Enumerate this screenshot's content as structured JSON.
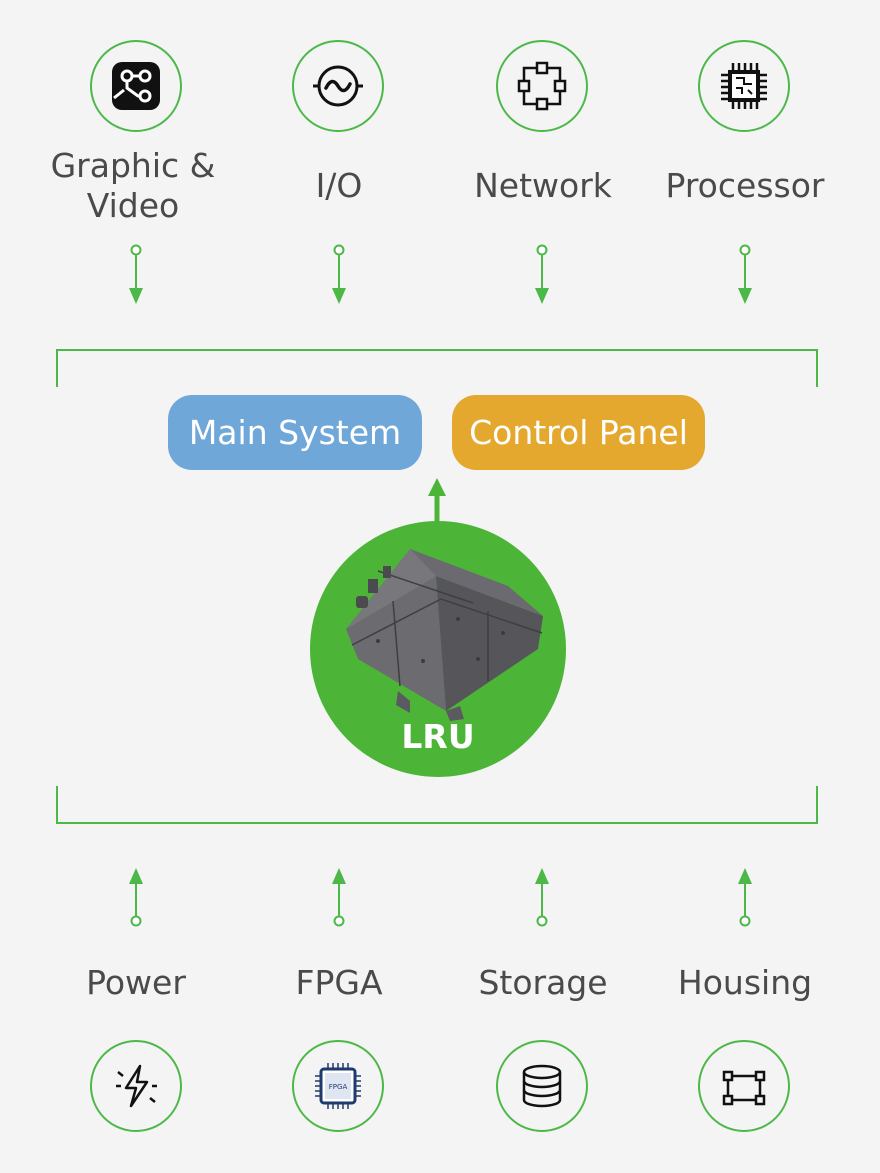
{
  "top_components": [
    {
      "label": "Graphic &\nVideo",
      "icon": "graphic-video-icon"
    },
    {
      "label": "I/O",
      "icon": "io-wave-icon"
    },
    {
      "label": "Network",
      "icon": "network-icon"
    },
    {
      "label": "Processor",
      "icon": "processor-chip-icon"
    }
  ],
  "bottom_components": [
    {
      "label": "Power",
      "icon": "power-bolt-icon"
    },
    {
      "label": "FPGA",
      "icon": "fpga-chip-icon",
      "icon_text": "FPGA"
    },
    {
      "label": "Storage",
      "icon": "storage-database-icon"
    },
    {
      "label": "Housing",
      "icon": "housing-frame-icon"
    }
  ],
  "main_system": {
    "label": "Main System",
    "color": "#6fa7d8"
  },
  "control_panel": {
    "label": "Control Panel",
    "color": "#e5a82e"
  },
  "lru": {
    "label": "LRU",
    "color": "#4cb538",
    "image": "lru-enclosure-image"
  },
  "colors": {
    "accent": "#4cb848",
    "text": "#4a4a4a",
    "background": "#f4f4f4"
  }
}
